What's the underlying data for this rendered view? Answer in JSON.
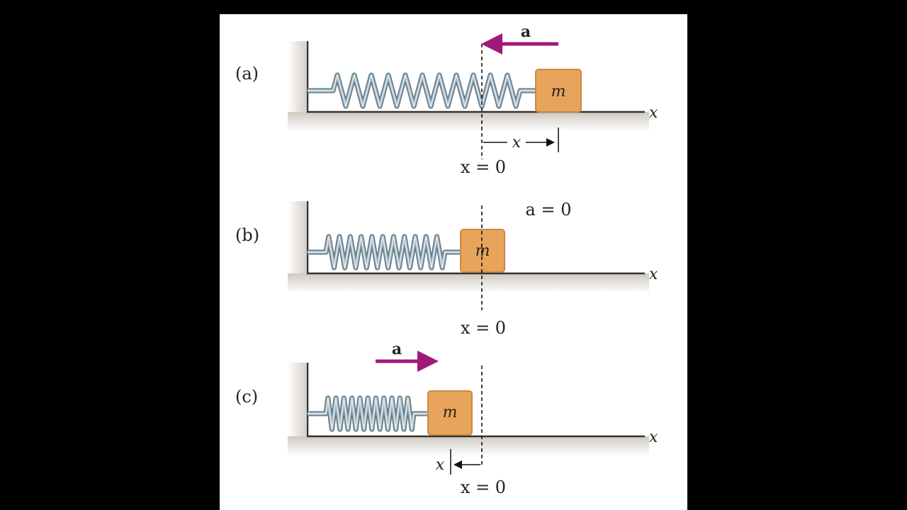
{
  "panels": [
    {
      "label": "(a)",
      "x_axis": "x",
      "zero": "x = 0",
      "mass": "m",
      "accel": "a",
      "disp": "x"
    },
    {
      "label": "(b)",
      "x_axis": "x",
      "zero": "x = 0",
      "mass": "m",
      "accel_eq": "a = 0"
    },
    {
      "label": "(c)",
      "x_axis": "x",
      "zero": "x = 0",
      "mass": "m",
      "accel": "a",
      "disp": "x"
    }
  ],
  "colors": {
    "spring": "#9fb2bf",
    "spring_dark": "#5f7683",
    "block": "#e8a45a",
    "arrow": "#a0197a",
    "floor": "#333333"
  }
}
